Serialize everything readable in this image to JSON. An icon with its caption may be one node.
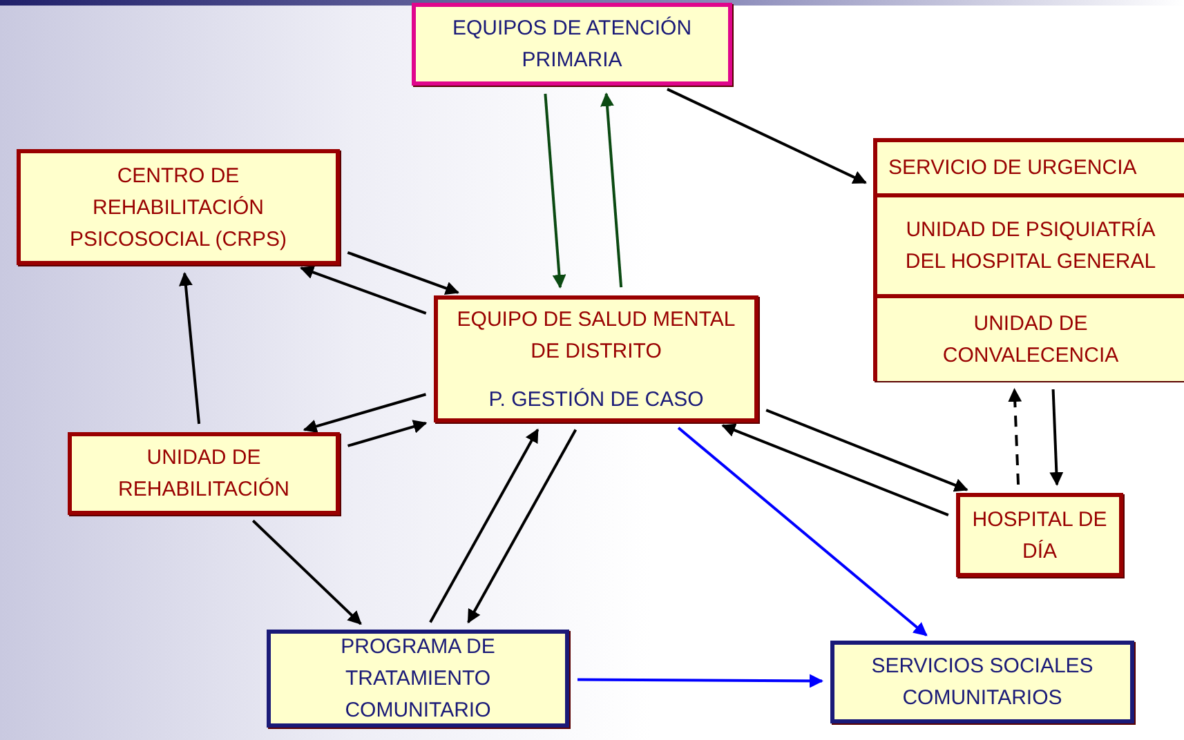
{
  "diagram": {
    "nodes": [
      {
        "text": [
          "EQUIPOS DE ATENCIÓN PRIMARIA"
        ]
      },
      {
        "text": [
          "CENTRO DE REHABILITACIÓN PSICOSOCIAL (CRPS)"
        ]
      },
      {
        "text": [],
        "shape": "box"
      },
      {
        "text": [
          "SERVICIO DE URGENCIA"
        ],
        "in": 2
      },
      {
        "text": [
          "UNIDAD DE PSIQUIATRÍA DEL HOSPITAL GENERAL"
        ],
        "in": 2
      },
      {
        "text": [
          "UNIDAD DE CONVALECENCIA"
        ],
        "in": 2
      },
      {
        "text": [
          "EQUIPO DE SALUD MENTAL DE DISTRITO",
          "P. GESTIÓN DE CASO"
        ]
      },
      {
        "text": [
          "UNIDAD DE REHABILITACIÓN"
        ]
      },
      {
        "text": [
          "HOSPITAL DE DÍA"
        ]
      },
      {
        "text": [
          "PROGRAMA DE TRATAMIENTO COMUNITARIO"
        ]
      },
      {
        "text": [
          "SERVICIOS SOCIALES COMUNITARIOS"
        ]
      }
    ],
    "edges": [
      {
        "from": 6,
        "to": 0,
        "arrow": "to",
        "color": "#0b4a12"
      },
      {
        "from": 0,
        "to": 6,
        "arrow": "to",
        "color": "#0b4a12"
      },
      {
        "from": 0,
        "to": 2,
        "arrow": "to"
      },
      {
        "from": 6,
        "to": 1,
        "arrow": "to"
      },
      {
        "from": 1,
        "to": 6,
        "arrow": "to"
      },
      {
        "from": 7,
        "to": 1,
        "arrow": "to"
      },
      {
        "from": 7,
        "to": 6,
        "arrow": "to"
      },
      {
        "from": 6,
        "to": 7,
        "arrow": "to"
      },
      {
        "from": 7,
        "to": 9,
        "arrow": "to"
      },
      {
        "from": 9,
        "to": 6,
        "arrow": "to"
      },
      {
        "from": 6,
        "to": 9,
        "arrow": "to"
      },
      {
        "from": 6,
        "to": 10,
        "arrow": "to",
        "color": "#0000ff"
      },
      {
        "from": 9,
        "to": 10,
        "arrow": "to",
        "color": "#0000ff"
      },
      {
        "from": 8,
        "to": 6,
        "arrow": "to"
      },
      {
        "from": 6,
        "to": 8,
        "arrow": "to"
      },
      {
        "from": 2,
        "to": 8,
        "arrow": "to"
      },
      {
        "from": 8,
        "to": 2,
        "arrow": "to",
        "style": "dashed"
      }
    ]
  }
}
